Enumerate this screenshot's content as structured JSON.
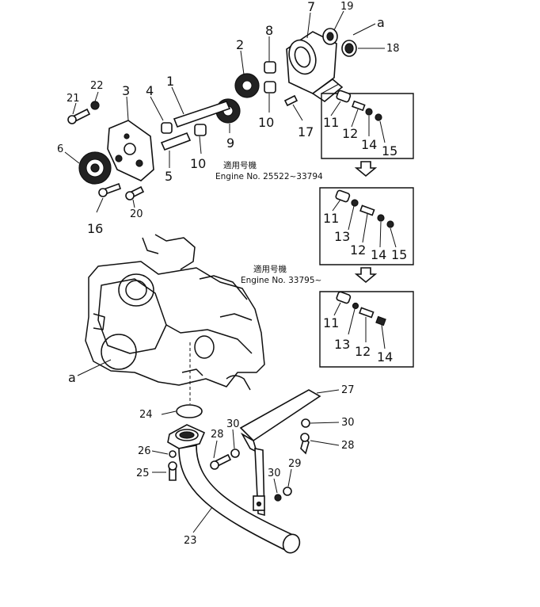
{
  "callouts": {
    "c1": "1",
    "c2": "2",
    "c3": "3",
    "c4": "4",
    "c5": "5",
    "c6": "6",
    "c7": "7",
    "c8": "8",
    "c9": "9",
    "c10a": "10",
    "c10b": "10",
    "c16": "16",
    "c17": "17",
    "c18": "18",
    "c19": "19",
    "c20": "20",
    "c21": "21",
    "c22": "22",
    "ca_top": "a",
    "ca_left": "a",
    "c23": "23",
    "c24": "24",
    "c25": "25",
    "c26": "26",
    "c27": "27",
    "c28a": "28",
    "c28b": "28",
    "c29": "29",
    "c30a": "30",
    "c30b": "30",
    "c30c": "30"
  },
  "box1": {
    "c11": "11",
    "c12": "12",
    "c14": "14",
    "c15": "15"
  },
  "box2": {
    "c11": "11",
    "c13": "13",
    "c12": "12",
    "c14": "14",
    "c15": "15"
  },
  "box3": {
    "c11": "11",
    "c13": "13",
    "c12": "12",
    "c14": "14"
  },
  "notes": {
    "applicable_1": "適用号機",
    "engine_range_1": "Engine  No. 25522~33794",
    "applicable_2": "適用号機",
    "engine_range_2": "Engine  No. 33795~"
  }
}
